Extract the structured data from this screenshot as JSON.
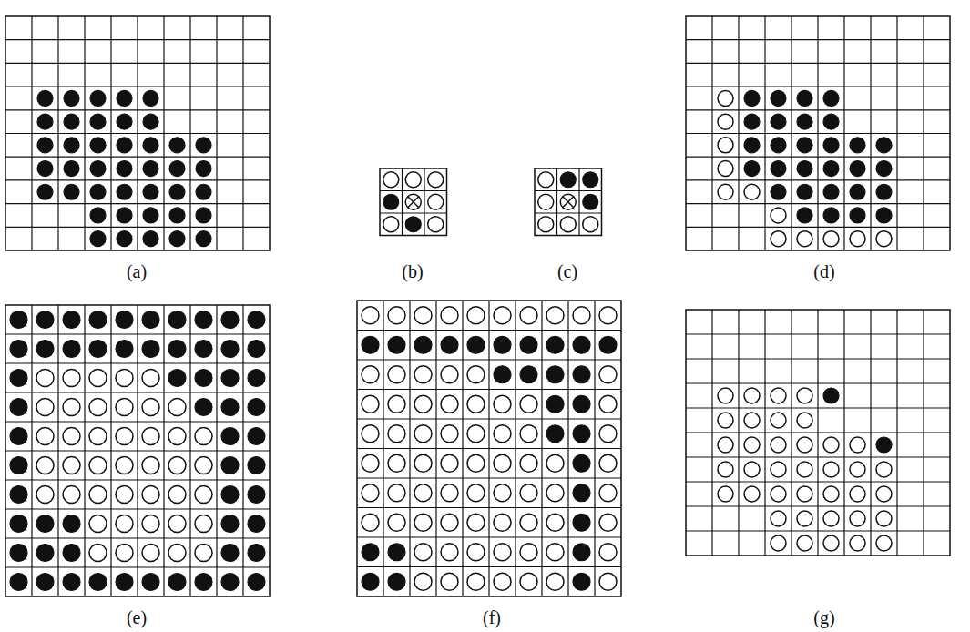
{
  "diagram": {
    "labels": [
      "(a)",
      "(b)",
      "(c)",
      "(d)",
      "(e)",
      "(f)",
      "(g)"
    ]
  }
}
